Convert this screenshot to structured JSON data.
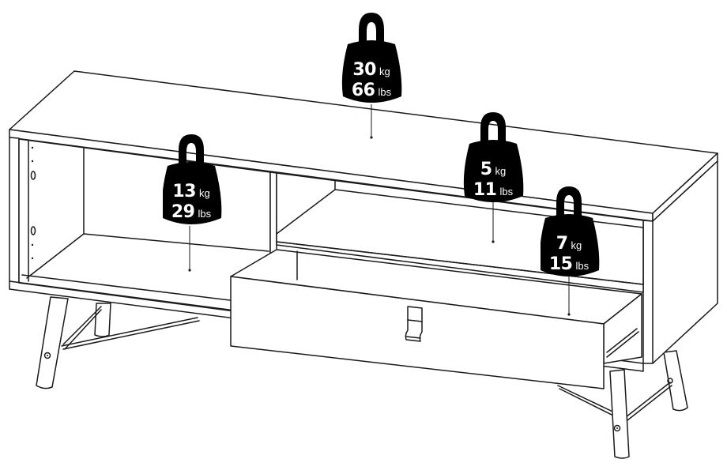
{
  "diagram": {
    "subject": "TV stand with open compartments, drawer and splayed legs — load capacity",
    "colors": {
      "line": "#1a1a1a",
      "weight_fill": "#000000",
      "weight_text": "#ffffff",
      "background": "#ffffff"
    }
  },
  "weights": [
    {
      "id": "top",
      "location": "top surface",
      "kg_value": "30",
      "kg_unit": "kg",
      "lbs_value": "66",
      "lbs_unit": "lbs"
    },
    {
      "id": "left-compartment",
      "location": "left open compartment",
      "kg_value": "13",
      "kg_unit": "kg",
      "lbs_value": "29",
      "lbs_unit": "lbs"
    },
    {
      "id": "right-shelf",
      "location": "right shelf",
      "kg_value": "5",
      "kg_unit": "kg",
      "lbs_value": "11",
      "lbs_unit": "lbs"
    },
    {
      "id": "drawer",
      "location": "drawer",
      "kg_value": "7",
      "kg_unit": "kg",
      "lbs_value": "15",
      "lbs_unit": "lbs"
    }
  ]
}
